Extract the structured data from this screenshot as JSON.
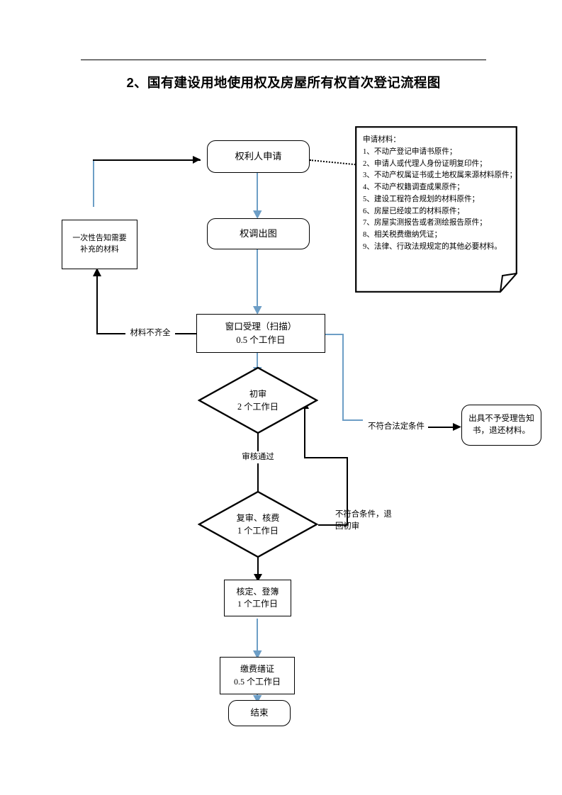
{
  "document": {
    "title": "2、国有建设用地使用权及房屋所有权首次登记流程图"
  },
  "materials": {
    "heading": "申请材料：",
    "items": [
      "1、不动产登记申请书原件；",
      "2、申请人或代理人身份证明复印件；",
      "3、不动产权属证书或土地权属来源材料原件；",
      "4、不动产权籍调查成果原件；",
      "5、建设工程符合规划的材料原件；",
      "6、房屋已经竣工的材料原件；",
      "7、房屋实测报告或者测绘报告原件；",
      "8、相关税费缴纳凭证；",
      "9、法律、行政法规规定的其他必要材料。"
    ]
  },
  "nodes": {
    "applicant": {
      "line1": "权利人申请",
      "line2": ""
    },
    "survey": {
      "line1": "权调出图",
      "line2": ""
    },
    "notify_supplement": {
      "line1": "一次性告知需要",
      "line2": "补充的材料"
    },
    "window_accept": {
      "line1": "窗口受理（扫描）",
      "line2": "0.5 个工作日"
    },
    "first_review": {
      "line1": "初审",
      "line2": "2 个工作日"
    },
    "reject_notice": {
      "line1": "出具不予受理告知",
      "line2": "书，退还材料。"
    },
    "second_review": {
      "line1": "复审、核费",
      "line2": "1 个工作日"
    },
    "approve_register": {
      "line1": "核定、登簿",
      "line2": "1 个工作日"
    },
    "pay_certificate": {
      "line1": "缴费缮证",
      "line2": "0.5 个工作日"
    },
    "end": {
      "line1": "结束",
      "line2": ""
    }
  },
  "edge_labels": {
    "incomplete_materials": "材料不齐全",
    "not_meet_legal": "不符合法定条件",
    "review_passed": "审核通过",
    "not_meet_conditions_line1": "不符合条件，退",
    "not_meet_conditions_line2": "回初审"
  },
  "colors": {
    "line_black": "#000000",
    "line_blue": "#6d9ec6",
    "background": "#ffffff"
  }
}
